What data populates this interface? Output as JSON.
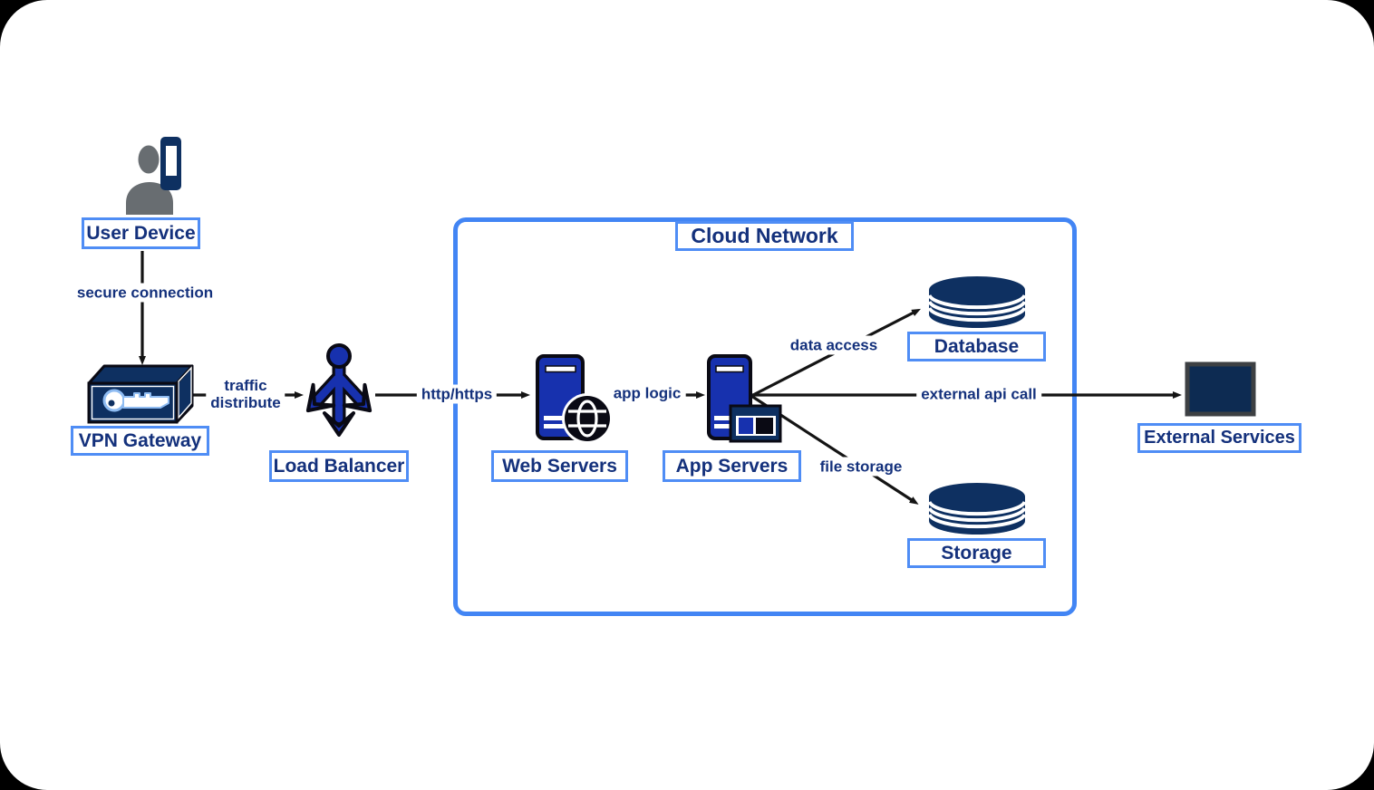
{
  "diagram": {
    "container": {
      "title": "Cloud Network"
    },
    "nodes": {
      "user_device": {
        "label": "User Device"
      },
      "vpn_gateway": {
        "label": "VPN Gateway"
      },
      "load_balancer": {
        "label": "Load Balancer"
      },
      "web_servers": {
        "label": "Web Servers"
      },
      "app_servers": {
        "label": "App Servers"
      },
      "database": {
        "label": "Database"
      },
      "storage": {
        "label": "Storage"
      },
      "external_services": {
        "label": "External Services"
      }
    },
    "edges": {
      "secure_connection": {
        "label": "secure connection",
        "from": "user_device",
        "to": "vpn_gateway"
      },
      "traffic_distribute": {
        "line1": "traffic",
        "line2": "distribute",
        "from": "vpn_gateway",
        "to": "load_balancer"
      },
      "http_https": {
        "label": "http/https",
        "from": "load_balancer",
        "to": "web_servers"
      },
      "app_logic": {
        "label": "app logic",
        "from": "web_servers",
        "to": "app_servers"
      },
      "data_access": {
        "label": "data access",
        "from": "app_servers",
        "to": "database"
      },
      "external_api_call": {
        "label": "external api call",
        "from": "app_servers",
        "to": "external_services"
      },
      "file_storage": {
        "label": "file storage",
        "from": "app_servers",
        "to": "storage"
      }
    },
    "icons": {
      "user_device": "person-with-phone-icon",
      "vpn_gateway": "key-in-3d-box-icon",
      "load_balancer": "three-way-split-arrows-icon",
      "web_servers": "server-tower-with-globe-icon",
      "app_servers": "server-tower-with-app-window-icon",
      "database": "database-cylinder-icon",
      "storage": "storage-cylinder-icon",
      "external_services": "dark-rectangle-icon"
    },
    "colors": {
      "icon_blue": "#1731ae",
      "dark_navy": "#0e3061",
      "label_text": "#14317c",
      "label_border": "#4f8df5",
      "cloud_border": "#4285f4",
      "arrow": "#141414",
      "person_gray": "#686d71",
      "background": "#ffffff"
    }
  }
}
